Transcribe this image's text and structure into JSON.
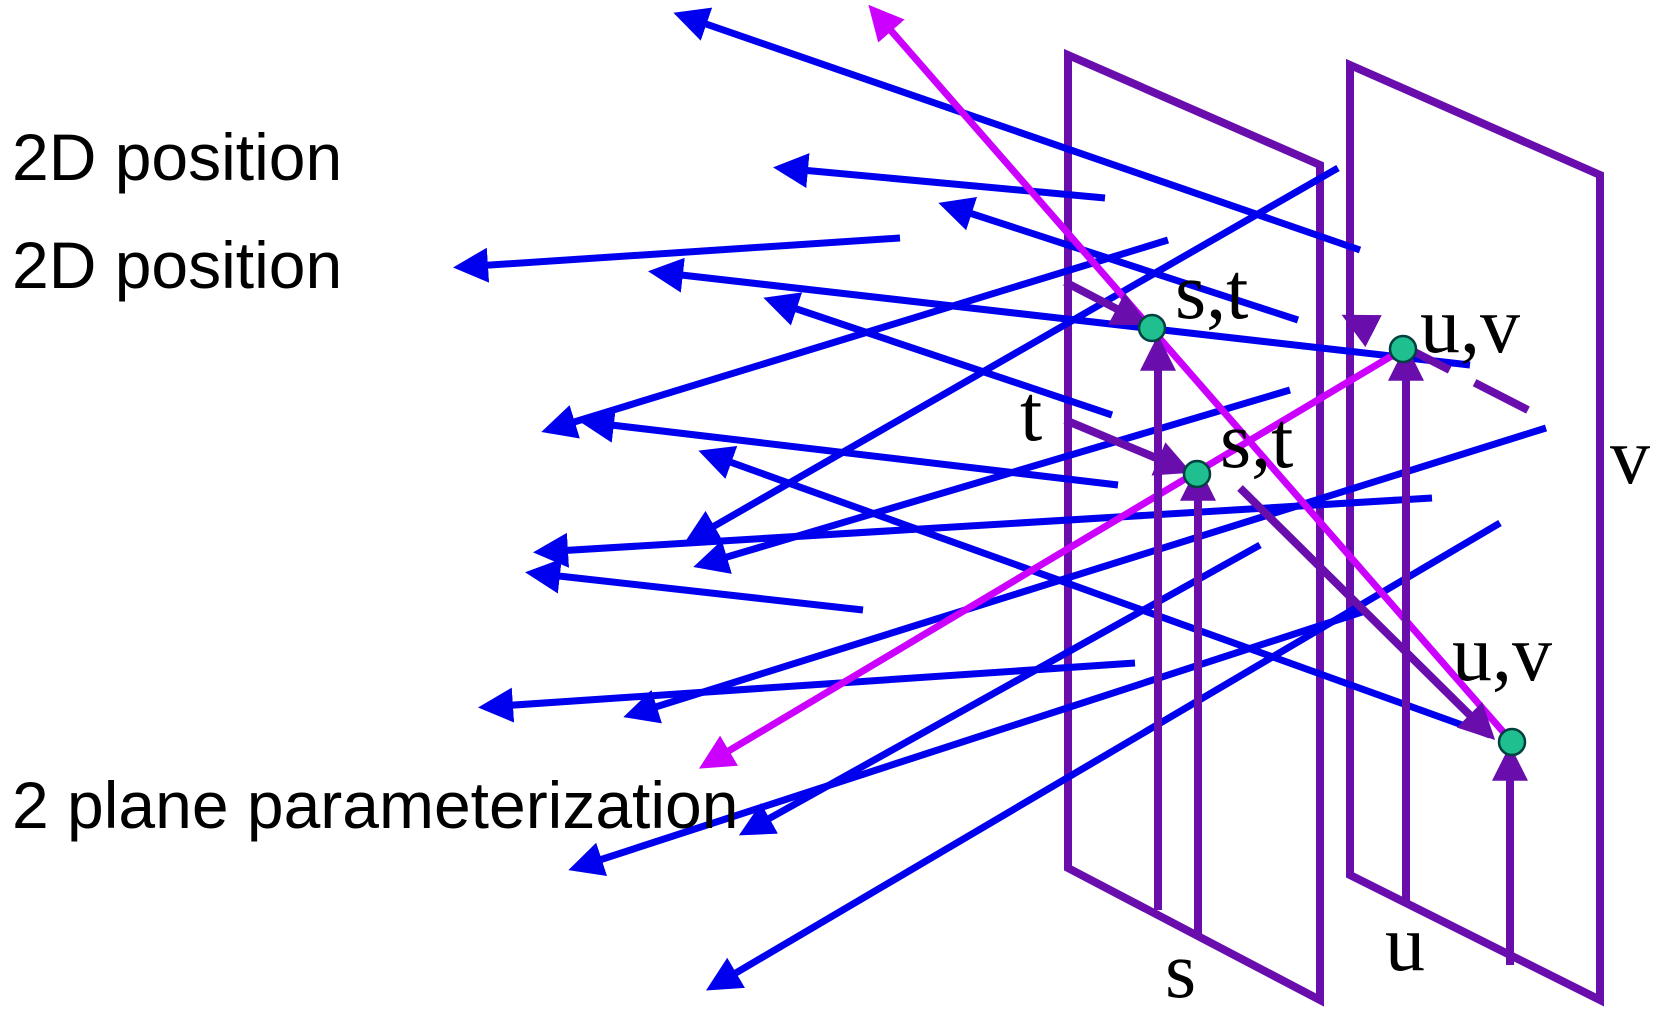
{
  "labels": {
    "position_1": "2D position",
    "position_2": "2D position",
    "parameterization": "2 plane parameterization"
  },
  "plane_labels": {
    "st_upper": "s,t",
    "st_lower": "s,t",
    "uv_upper": "u,v",
    "uv_lower": "u,v",
    "t_axis": "t",
    "s_axis": "s",
    "u_axis": "u",
    "v_axis": "v"
  },
  "colors": {
    "ray": "#0000ee",
    "highlight_ray": "#cc00ff",
    "plane": "#6a0dad",
    "point": "#1fbf8f"
  }
}
